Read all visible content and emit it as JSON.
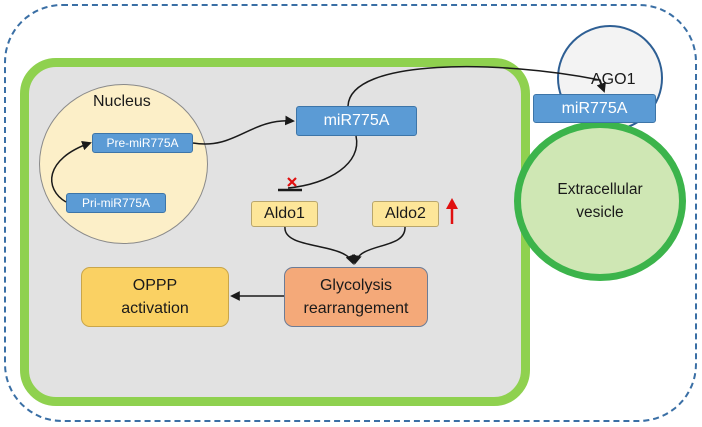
{
  "labels": {
    "nucleus": "Nucleus",
    "ago1": "AGO1",
    "ev_line1": "Extracellular",
    "ev_line2": "vesicle"
  },
  "nodes": {
    "pre_mir": "Pre-miR775A",
    "pri_mir": "Pri-miR775A",
    "mir_main": "miR775A",
    "mir_ev": "miR775A",
    "aldo1": "Aldo1",
    "aldo2": "Aldo2",
    "oppp_line1": "OPPP",
    "oppp_line2": "activation",
    "glyc_line1": "Glycolysis",
    "glyc_line2": "rearrangement"
  },
  "colors": {
    "cell_border": "#8fd14f",
    "cell_fill": "#e2e2e2",
    "nucleus_fill": "#fcefc8",
    "mirna_box": "#5b9bd5",
    "aldo_box": "#fde699",
    "oppp_box": "#fad163",
    "glycolysis_box": "#f4a979",
    "ev_border": "#3cb44b",
    "ev_fill": "#cfe7b4",
    "ago1_border": "#2e5f94",
    "outer_dashed": "#3a6fa5",
    "inhibit_mark": "#e01010",
    "upregulation_arrow": "#e01010"
  },
  "symbols": {
    "inhibition": "cross",
    "upregulation": "up-arrow"
  }
}
